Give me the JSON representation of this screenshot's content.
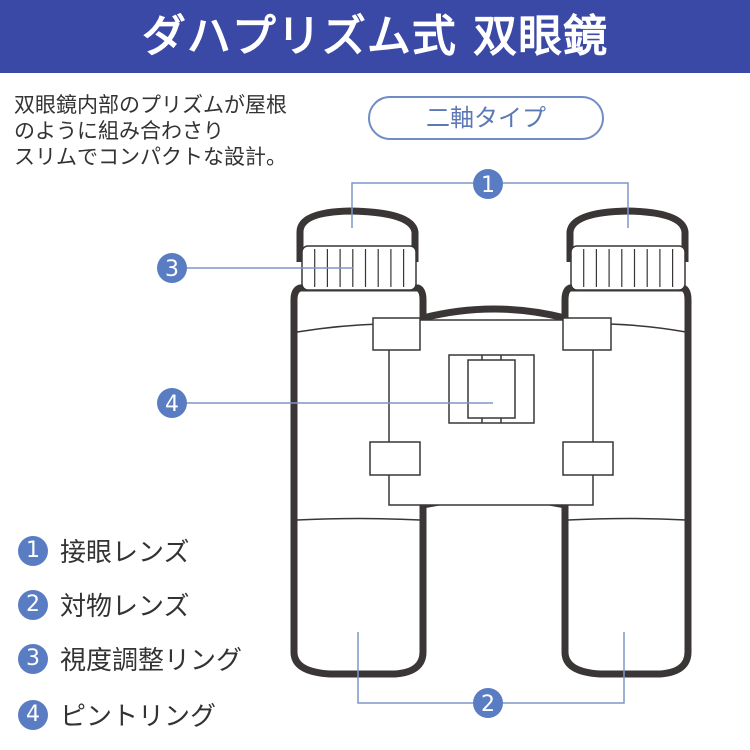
{
  "title": "ダハプリズム式 双眼鏡",
  "description": [
    "双眼鏡内部のプリズムが屋根",
    "のように組み合わさり",
    "スリムでコンパクトな設計。"
  ],
  "badge": "二軸タイプ",
  "callouts": [
    "1",
    "2",
    "3",
    "4"
  ],
  "legend": [
    {
      "num": "1",
      "label": "接眼レンズ"
    },
    {
      "num": "2",
      "label": "対物レンズ"
    },
    {
      "num": "3",
      "label": "視度調整リング"
    },
    {
      "num": "4",
      "label": "ピントリング"
    }
  ],
  "colors": {
    "header": "#3a48a6",
    "accent": "#5a7cc2",
    "leader": "#7e96c8",
    "outline": "#3a3636"
  }
}
